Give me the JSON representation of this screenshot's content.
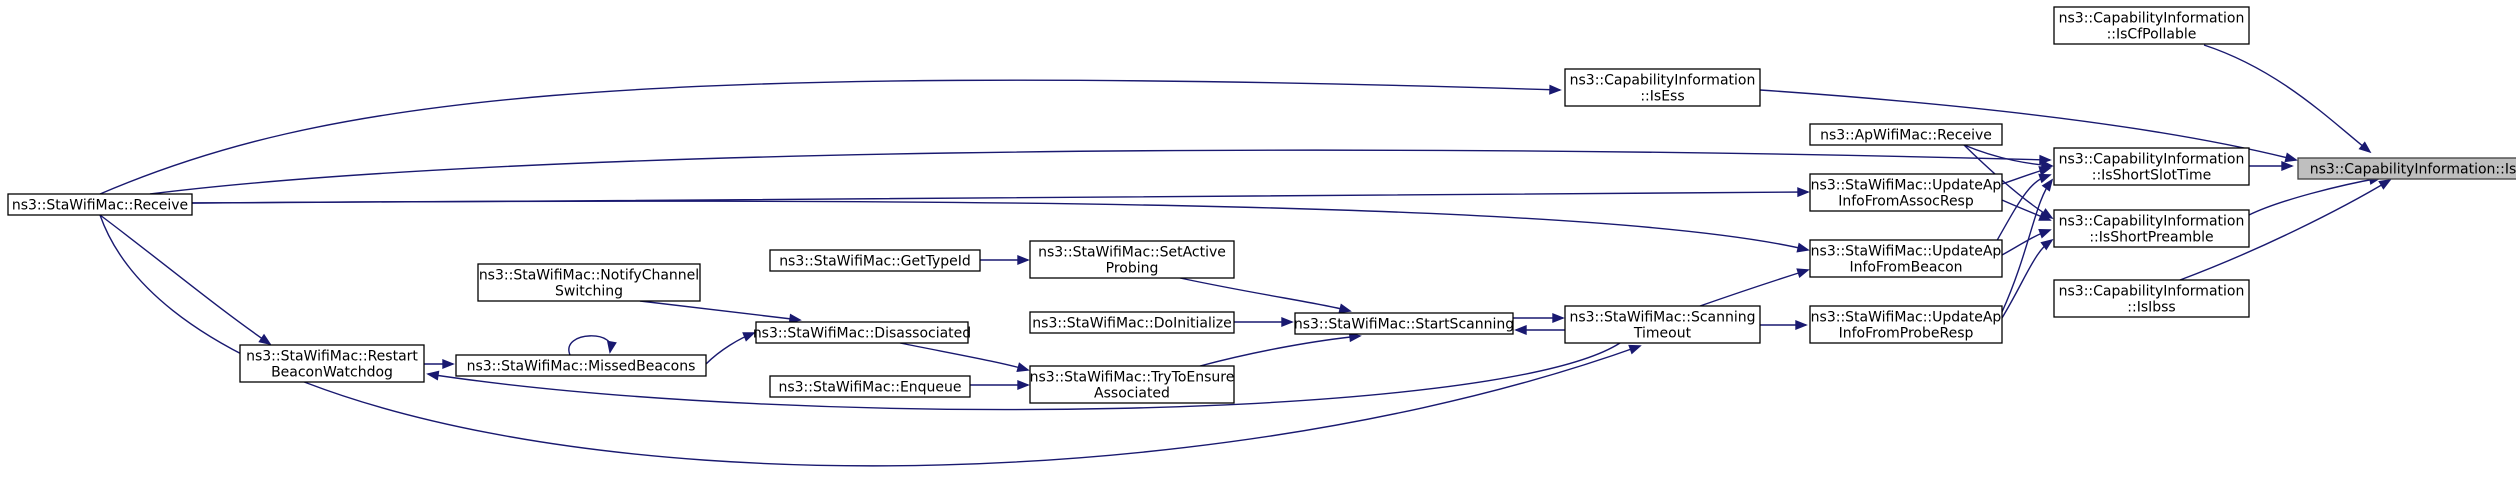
{
  "graph": {
    "title": "",
    "edge_color": "#191970",
    "nodes": [
      {
        "id": "cap_is",
        "lines": [
          "ns3::CapabilityInformation::Is"
        ],
        "focus": true
      },
      {
        "id": "iscfpollable",
        "lines": [
          "ns3::CapabilityInformation",
          "::IsCfPollable"
        ]
      },
      {
        "id": "isess",
        "lines": [
          "ns3::CapabilityInformation",
          "::IsEss"
        ]
      },
      {
        "id": "isshortslottime",
        "lines": [
          "ns3::CapabilityInformation",
          "::IsShortSlotTime"
        ]
      },
      {
        "id": "isshortpreamble",
        "lines": [
          "ns3::CapabilityInformation",
          "::IsShortPreamble"
        ]
      },
      {
        "id": "isibss",
        "lines": [
          "ns3::CapabilityInformation",
          "::IsIbss"
        ]
      },
      {
        "id": "apreceive",
        "lines": [
          "ns3::ApWifiMac::Receive"
        ]
      },
      {
        "id": "updateassoc",
        "lines": [
          "ns3::StaWifiMac::UpdateAp",
          "InfoFromAssocResp"
        ]
      },
      {
        "id": "updatebeacon",
        "lines": [
          "ns3::StaWifiMac::UpdateAp",
          "InfoFromBeacon"
        ]
      },
      {
        "id": "updateprobe",
        "lines": [
          "ns3::StaWifiMac::UpdateAp",
          "InfoFromProbeResp"
        ]
      },
      {
        "id": "scantimeout",
        "lines": [
          "ns3::StaWifiMac::Scanning",
          "Timeout"
        ]
      },
      {
        "id": "startscanning",
        "lines": [
          "ns3::StaWifiMac::StartScanning"
        ]
      },
      {
        "id": "setactive",
        "lines": [
          "ns3::StaWifiMac::SetActive",
          "Probing"
        ]
      },
      {
        "id": "gettypeid",
        "lines": [
          "ns3::StaWifiMac::GetTypeId"
        ]
      },
      {
        "id": "doinitialize",
        "lines": [
          "ns3::StaWifiMac::DoInitialize"
        ]
      },
      {
        "id": "tryensure",
        "lines": [
          "ns3::StaWifiMac::TryToEnsure",
          "Associated"
        ]
      },
      {
        "id": "enqueue",
        "lines": [
          "ns3::StaWifiMac::Enqueue"
        ]
      },
      {
        "id": "disassociated",
        "lines": [
          "ns3::StaWifiMac::Disassociated"
        ]
      },
      {
        "id": "notifychannel",
        "lines": [
          "ns3::StaWifiMac::NotifyChannel",
          "Switching"
        ]
      },
      {
        "id": "missedbeacons",
        "lines": [
          "ns3::StaWifiMac::MissedBeacons"
        ]
      },
      {
        "id": "restartbeacon",
        "lines": [
          "ns3::StaWifiMac::Restart",
          "BeaconWatchdog"
        ]
      },
      {
        "id": "stareceive",
        "lines": [
          "ns3::StaWifiMac::Receive"
        ]
      }
    ],
    "edges": [
      {
        "from": "iscfpollable",
        "to": "cap_is"
      },
      {
        "from": "isess",
        "to": "cap_is"
      },
      {
        "from": "isshortslottime",
        "to": "cap_is"
      },
      {
        "from": "isshortpreamble",
        "to": "cap_is"
      },
      {
        "from": "isibss",
        "to": "cap_is"
      },
      {
        "from": "stareceive",
        "to": "isess"
      },
      {
        "from": "apreceive",
        "to": "isshortslottime"
      },
      {
        "from": "apreceive",
        "to": "isshortpreamble"
      },
      {
        "from": "stareceive",
        "to": "isshortslottime"
      },
      {
        "from": "updateassoc",
        "to": "isshortslottime"
      },
      {
        "from": "updateassoc",
        "to": "isshortpreamble"
      },
      {
        "from": "updatebeacon",
        "to": "isshortslottime"
      },
      {
        "from": "updatebeacon",
        "to": "isshortpreamble"
      },
      {
        "from": "updateprobe",
        "to": "isshortslottime"
      },
      {
        "from": "updateprobe",
        "to": "isshortpreamble"
      },
      {
        "from": "stareceive",
        "to": "updateassoc"
      },
      {
        "from": "stareceive",
        "to": "updatebeacon"
      },
      {
        "from": "scantimeout",
        "to": "updatebeacon"
      },
      {
        "from": "scantimeout",
        "to": "updateprobe"
      },
      {
        "from": "scantimeout",
        "to": "startscanning"
      },
      {
        "from": "startscanning",
        "to": "scantimeout"
      },
      {
        "from": "scantimeout",
        "to": "restartbeacon"
      },
      {
        "from": "stareceive",
        "to": "scantimeout"
      },
      {
        "from": "setactive",
        "to": "startscanning"
      },
      {
        "from": "doinitialize",
        "to": "startscanning"
      },
      {
        "from": "tryensure",
        "to": "startscanning"
      },
      {
        "from": "gettypeid",
        "to": "setactive"
      },
      {
        "from": "enqueue",
        "to": "tryensure"
      },
      {
        "from": "disassociated",
        "to": "tryensure"
      },
      {
        "from": "notifychannel",
        "to": "disassociated"
      },
      {
        "from": "missedbeacons",
        "to": "disassociated"
      },
      {
        "from": "missedbeacons",
        "to": "missedbeacons"
      },
      {
        "from": "restartbeacon",
        "to": "missedbeacons"
      },
      {
        "from": "stareceive",
        "to": "restartbeacon"
      }
    ]
  }
}
